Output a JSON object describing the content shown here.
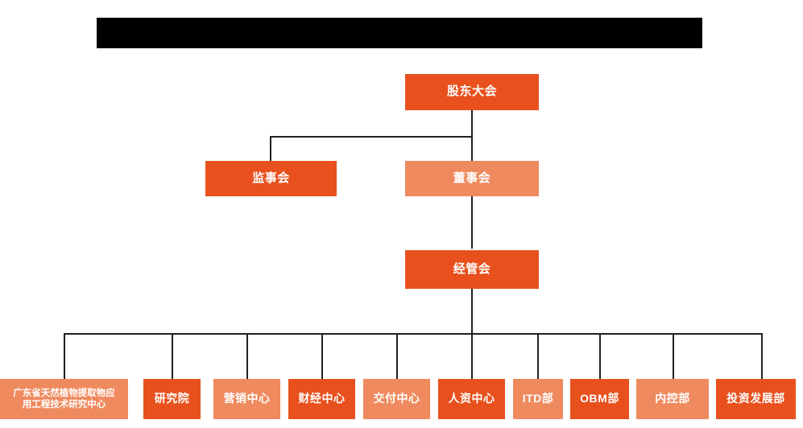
{
  "chart": {
    "type": "org-chart",
    "title_redacted": true,
    "redaction_label": "redacted-title-bar",
    "background_color": "#FFFFFF",
    "colors": {
      "primary_dark_orange": "#E8511D",
      "secondary_light_orange": "#EF8A5E",
      "connector_line": "#231F20",
      "node_text": "#FFFFFF",
      "redaction": "#000000"
    },
    "levels": [
      {
        "level": 1,
        "nodes": [
          {
            "id": "shareholders",
            "label": "股东大会",
            "color": "dark"
          }
        ]
      },
      {
        "level": 2,
        "nodes": [
          {
            "id": "supervisors",
            "label": "监事会",
            "color": "dark"
          },
          {
            "id": "directors",
            "label": "董事会",
            "color": "light"
          }
        ]
      },
      {
        "level": 3,
        "nodes": [
          {
            "id": "management",
            "label": "经管会",
            "color": "dark"
          }
        ]
      },
      {
        "level": 4,
        "nodes": [
          {
            "id": "dept-1",
            "label": "广东省天然植物提取物应\n用工程技术研究中心",
            "line1": "广东省天然植物提取物应",
            "line2": "用工程技术研究中心",
            "color": "light"
          },
          {
            "id": "dept-2",
            "label": "研究院",
            "color": "dark"
          },
          {
            "id": "dept-3",
            "label": "营销中心",
            "color": "light"
          },
          {
            "id": "dept-4",
            "label": "财经中心",
            "color": "dark"
          },
          {
            "id": "dept-5",
            "label": "交付中心",
            "color": "light"
          },
          {
            "id": "dept-6",
            "label": "人资中心",
            "color": "dark"
          },
          {
            "id": "dept-7",
            "label": "ITD部",
            "color": "light"
          },
          {
            "id": "dept-8",
            "label": "OBM部",
            "color": "dark"
          },
          {
            "id": "dept-9",
            "label": "内控部",
            "color": "light"
          },
          {
            "id": "dept-10",
            "label": "投资发展部",
            "color": "dark"
          }
        ]
      }
    ],
    "relations": [
      {
        "from": "shareholders",
        "to": "supervisors"
      },
      {
        "from": "shareholders",
        "to": "directors"
      },
      {
        "from": "directors",
        "to": "management"
      },
      {
        "from": "management",
        "to": "dept-1"
      },
      {
        "from": "management",
        "to": "dept-2"
      },
      {
        "from": "management",
        "to": "dept-3"
      },
      {
        "from": "management",
        "to": "dept-4"
      },
      {
        "from": "management",
        "to": "dept-5"
      },
      {
        "from": "management",
        "to": "dept-6"
      },
      {
        "from": "management",
        "to": "dept-7"
      },
      {
        "from": "management",
        "to": "dept-8"
      },
      {
        "from": "management",
        "to": "dept-9"
      },
      {
        "from": "management",
        "to": "dept-10"
      }
    ]
  }
}
